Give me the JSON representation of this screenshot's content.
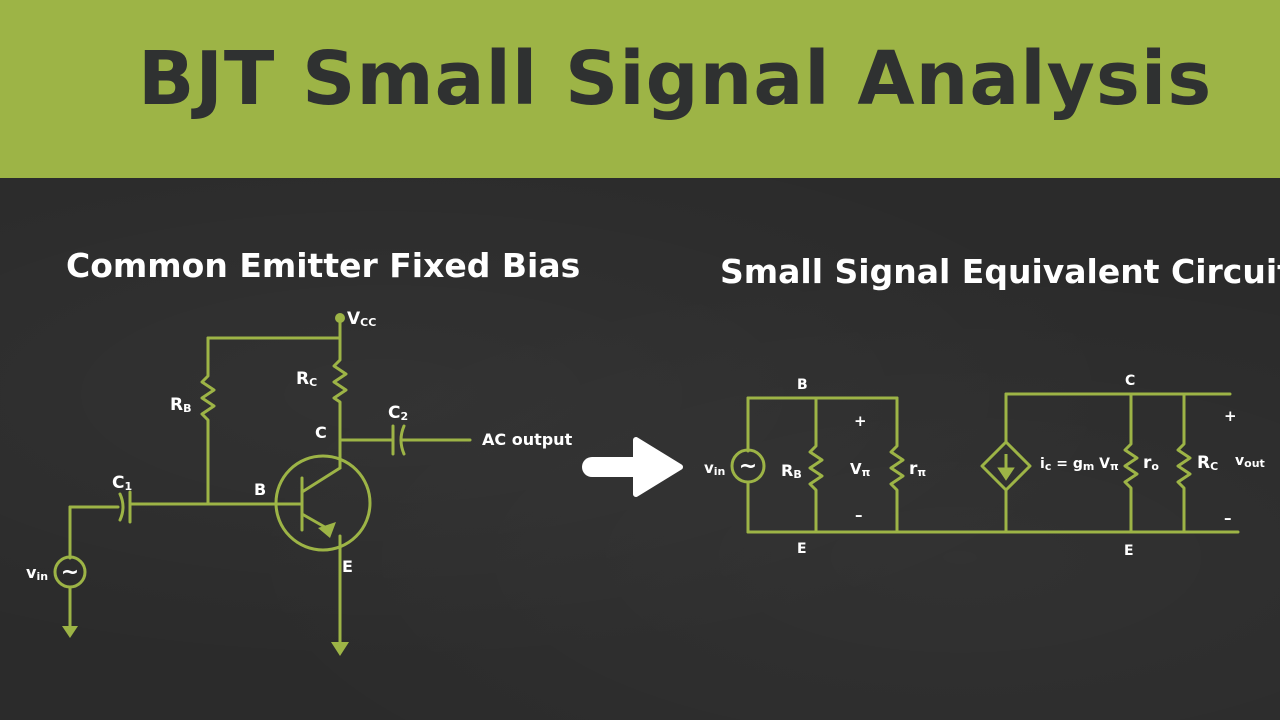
{
  "header": {
    "title": "BJT Small Signal Analysis"
  },
  "left_circuit": {
    "title": "Common Emitter Fixed Bias",
    "vcc": {
      "main": "V",
      "sub": "CC"
    },
    "rc": {
      "main": "R",
      "sub": "C"
    },
    "rb": {
      "main": "R",
      "sub": "B"
    },
    "c2": {
      "main": "C",
      "sub": "2"
    },
    "c1": {
      "main": "C",
      "sub": "1"
    },
    "node_c": "C",
    "node_b": "B",
    "node_e": "E",
    "output": "AC output",
    "vin": {
      "main": "v",
      "sub": "in"
    },
    "source_symbol": "~"
  },
  "right_circuit": {
    "title": "Small Signal Equivalent Circuit",
    "node_b": "B",
    "node_c": "C",
    "node_e_left": "E",
    "node_e_right": "E",
    "plus_left": "+",
    "minus_left": "–",
    "plus_right": "+",
    "minus_right": "–",
    "vin": {
      "main": "v",
      "sub": "in"
    },
    "source_symbol": "~",
    "rb": {
      "main": "R",
      "sub": "B"
    },
    "vpi": {
      "main": "V",
      "sub": "π"
    },
    "rpi": {
      "main": "r",
      "sub": "π"
    },
    "ic_eq": {
      "a": "i",
      "a_sub": "c",
      "b": " = g",
      "b_sub": "m",
      "c": " V",
      "c_sub": "π"
    },
    "ro": {
      "main": "r",
      "sub": "o"
    },
    "rc": {
      "main": "R",
      "sub": "C"
    },
    "vout": {
      "main": "v",
      "sub": "out"
    }
  },
  "colors": {
    "header_bg": "#9db446",
    "board_bg": "#2b2b2b",
    "wire": "#9db446",
    "title_text": "#2f3131",
    "label_text": "#ffffff"
  },
  "icons": {
    "transition": "right-arrow-icon"
  }
}
